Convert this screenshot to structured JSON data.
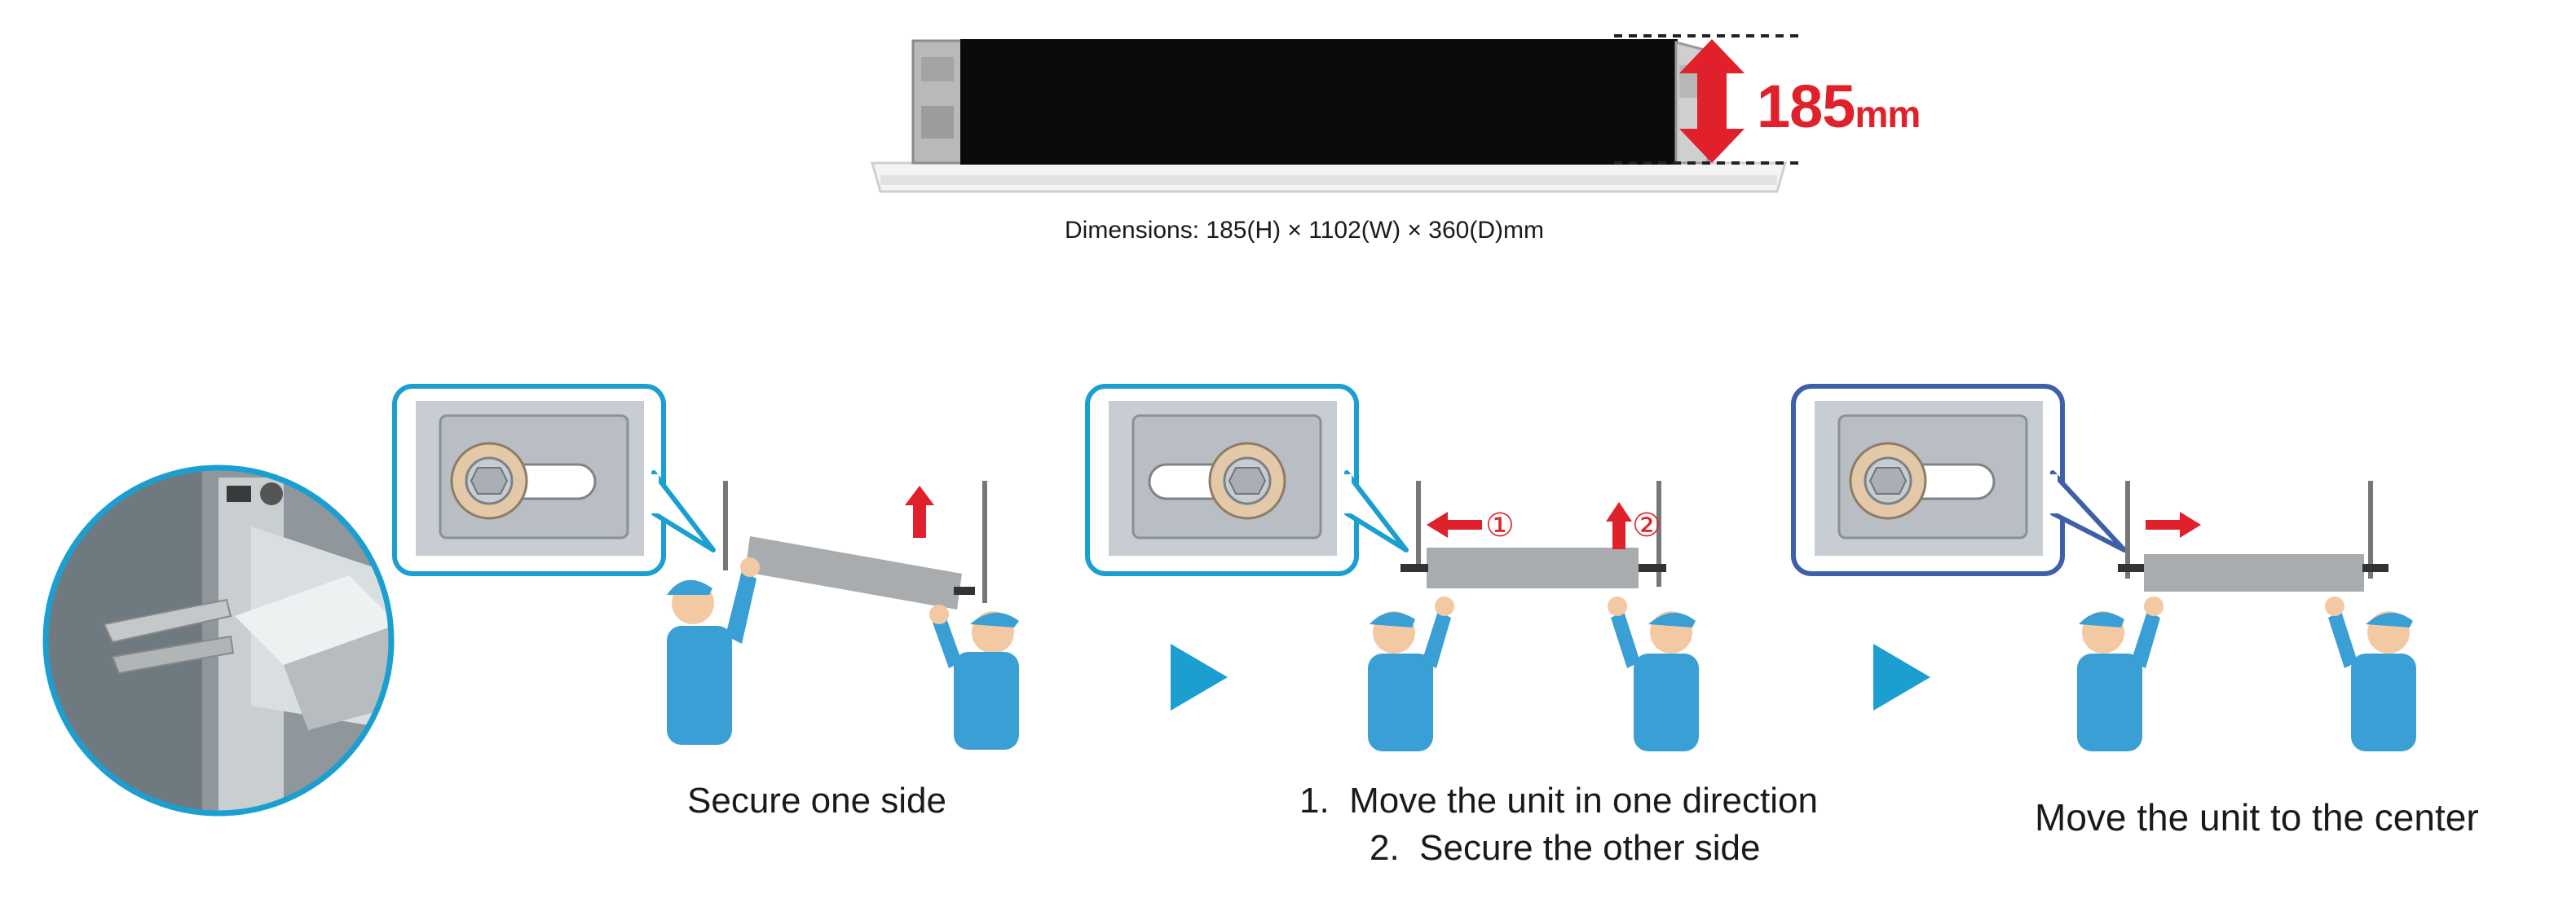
{
  "unit": {
    "height_value": "185",
    "height_unit": "mm",
    "dimensions_caption": "Dimensions: 185(H) × 1102(W) × 360(D)mm"
  },
  "steps": [
    {
      "caption": "Secure one side"
    },
    {
      "caption_line1_num": "1.",
      "caption_line1": "Move the unit in one direction",
      "caption_line2_num": "2.",
      "caption_line2": "Secure the other side",
      "marker1": "①",
      "marker2": "②"
    },
    {
      "caption": "Move the unit to the center"
    }
  ],
  "colors": {
    "accent_blue": "#1a9fd0",
    "callout_blue_dark": "#3f5fa8",
    "arrow_red": "#e0202a",
    "figure_blue": "#3a9fd4",
    "skin": "#f3c9a3"
  }
}
